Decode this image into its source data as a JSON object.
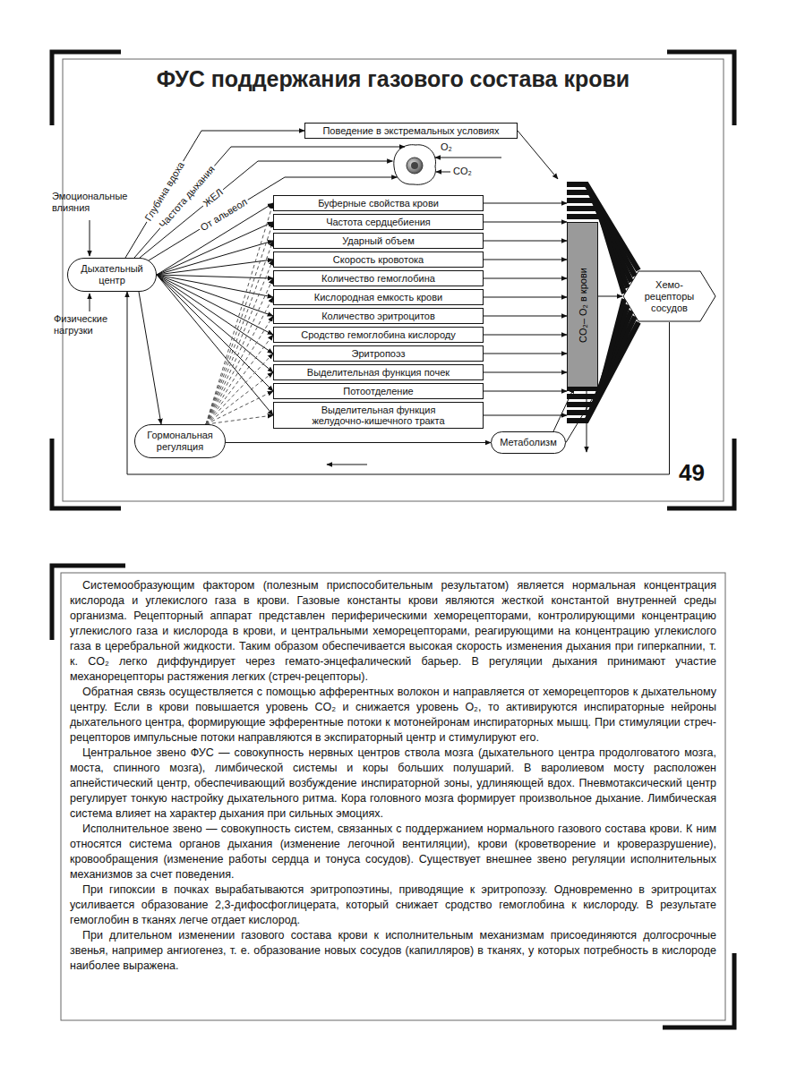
{
  "diagram": {
    "title": "ФУС поддержания газового состава крови",
    "nodes": [
      {
        "text": [
          "Поведение в экстремальных условиях"
        ]
      },
      {
        "text": [
          "Дыхательный центр"
        ]
      },
      {
        "text": [
          "Буферные свойства крови"
        ]
      },
      {
        "text": [
          "Частота сердцебиения"
        ]
      },
      {
        "text": [
          "Ударный объем"
        ]
      },
      {
        "text": [
          "Скорость кровотока"
        ]
      },
      {
        "text": [
          "Количество гемоглобина"
        ]
      },
      {
        "text": [
          "Кислородная емкость крови"
        ]
      },
      {
        "text": [
          "Количество эритроцитов"
        ]
      },
      {
        "text": [
          "Сродство гемоглобина кислороду"
        ]
      },
      {
        "text": [
          "Эритропоэз"
        ]
      },
      {
        "text": [
          "Выделительная функция почек"
        ]
      },
      {
        "text": [
          "Потоотделение"
        ]
      },
      {
        "text": [
          "Выделительная функция желудочно-кишечного тракта"
        ]
      },
      {
        "text": [
          "Гормональная регуляция"
        ]
      },
      {
        "text": [
          "Метаболизм"
        ]
      },
      {
        "text": [
          "CO₂– O₂ в крови"
        ]
      },
      {
        "text": [
          "Хемо-рецепторы сосудов"
        ]
      }
    ],
    "edges": [
      {
        "from": 1,
        "to": 2,
        "arrow": "to"
      },
      {
        "from": 1,
        "to": 3,
        "arrow": "to"
      },
      {
        "from": 1,
        "to": 4,
        "arrow": "to"
      },
      {
        "from": 1,
        "to": 5,
        "arrow": "to"
      },
      {
        "from": 1,
        "to": 6,
        "arrow": "to"
      },
      {
        "from": 1,
        "to": 7,
        "arrow": "to"
      },
      {
        "from": 1,
        "to": 8,
        "arrow": "to"
      },
      {
        "from": 1,
        "to": 9,
        "arrow": "to"
      },
      {
        "from": 1,
        "to": 10,
        "arrow": "to"
      },
      {
        "from": 1,
        "to": 11,
        "arrow": "to"
      },
      {
        "from": 1,
        "to": 12,
        "arrow": "to"
      },
      {
        "from": 1,
        "to": 13,
        "arrow": "to"
      },
      {
        "from": 14,
        "to": 2,
        "arrow": "to"
      },
      {
        "from": 14,
        "to": 3,
        "arrow": "to"
      },
      {
        "from": 14,
        "to": 4,
        "arrow": "to"
      },
      {
        "from": 14,
        "to": 5,
        "arrow": "to"
      },
      {
        "from": 14,
        "to": 6,
        "arrow": "to"
      },
      {
        "from": 14,
        "to": 7,
        "arrow": "to"
      },
      {
        "from": 14,
        "to": 8,
        "arrow": "to"
      },
      {
        "from": 14,
        "to": 9,
        "arrow": "to"
      },
      {
        "from": 14,
        "to": 10,
        "arrow": "to"
      },
      {
        "from": 14,
        "to": 11,
        "arrow": "to"
      },
      {
        "from": 14,
        "to": 12,
        "arrow": "to"
      },
      {
        "from": 14,
        "to": 13,
        "arrow": "to"
      },
      {
        "from": 1,
        "to": 14,
        "arrow": "to"
      },
      {
        "from": 2,
        "to": 16,
        "arrow": "to"
      },
      {
        "from": 3,
        "to": 16,
        "arrow": "to"
      },
      {
        "from": 4,
        "to": 16,
        "arrow": "to"
      },
      {
        "from": 5,
        "to": 16,
        "arrow": "to"
      },
      {
        "from": 6,
        "to": 16,
        "arrow": "to"
      },
      {
        "from": 7,
        "to": 16,
        "arrow": "to"
      },
      {
        "from": 8,
        "to": 16,
        "arrow": "to"
      },
      {
        "from": 9,
        "to": 16,
        "arrow": "to"
      },
      {
        "from": 10,
        "to": 16,
        "arrow": "to"
      },
      {
        "from": 11,
        "to": 16,
        "arrow": "to"
      },
      {
        "from": 12,
        "to": 16,
        "arrow": "to"
      },
      {
        "from": 13,
        "to": 16,
        "arrow": "to"
      },
      {
        "from": 16,
        "to": 17,
        "arrow": "to"
      },
      {
        "from": 15,
        "to": 16,
        "arrow": "to"
      },
      {
        "from": 15,
        "to": 17,
        "arrow": "to"
      },
      {
        "from": 14,
        "to": 15,
        "arrow": "to"
      },
      {
        "from": 17,
        "to": 1,
        "arrow": "to"
      },
      {
        "from": 0,
        "to": 16,
        "arrow": "to"
      },
      {
        "from": 1,
        "to": 0,
        "arrow": "to"
      }
    ],
    "labels": [
      "Эмоциональные влияния",
      "Физические нагрузки",
      "Глубина вдоха",
      "Частота дыхания",
      "ЖЕЛ",
      "От альвеол",
      "O₂",
      "CO₂",
      "49",
      "Системообразующим фактором (полезным приспособительным результатом) является нормальная концентрация кислорода и углекислого газа в крови. Газовые константы крови являются жесткой константой внутренней среды организма. Рецепторный аппарат представлен периферическими хеморецепторами, контролирующими концентрацию углекислого газа и кислорода в крови, и центральными хеморецепторами, реагирующими на концентрацию углекислого газа в церебральной жидкости. Таким образом обеспечивается высокая скорость изменения дыхания при гиперкапнии, т. к. CO₂ легко диффундирует через гемато-энцефалический барьер. В регуляции дыхания принимают участие механорецепторы растяжения легких (стреч-рецепторы).",
      "Обратная связь осуществляется с помощью афферентных волокон и направляется от хеморецепторов к дыхательному центру. Если в крови повышается уровень CO₂ и снижается уровень O₂, то активируются инспираторные нейроны дыхательного центра, формирующие эфферентные потоки к мотонейронам инспираторных мышц. При стимуляции стреч-рецепторов импульсные потоки направляются в экспираторный центр и стимулируют его.",
      "Центральное звено ФУС — совокупность нервных центров ствола мозга (дыхательного центра продолговатого мозга, моста, спинного мозга), лимбической системы и коры больших полушарий. В варолиевом мосту расположен апнейстический центр, обеспечивающий возбуждение инспираторной зоны, удлиняющей вдох. Пневмотаксический центр регулирует тонкую настройку дыхательного ритма. Кора головного мозга формирует произвольное дыхание. Лимбическая система влияет на характер дыхания при сильных эмоциях.",
      "Исполнительное звено — совокупность систем, связанных с поддержанием нормального газового состава крови. К ним относятся система органов дыхания (изменение легочной вентиляции), крови (кроветворение и кроверазрушение), кровообращения (изменение работы сердца и тонуса сосудов). Существует внешнее звено регуляции исполнительных механизмов за счет поведения.",
      "При гипоксии в почках вырабатываются эритропоэтины, приводящие к эритропоэзу. Одновременно в эритроцитах усиливается образование 2,3-дифосфоглицерата, который снижает сродство гемоглобина к кислороду. В результате гемоглобин в тканях легче отдает кислород.",
      "При длительном изменении газового состава крови к исполнительным механизмам присоединяются долгосрочные звенья, например ангиогенез, т. е. образование новых сосудов (капилляров) в тканях, у которых потребность в кислороде наиболее выражена."
    ]
  }
}
